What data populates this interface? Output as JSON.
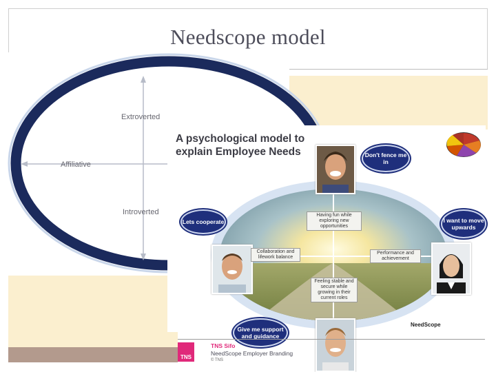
{
  "slide": {
    "title": "Needscope model"
  },
  "background_diagram": {
    "labels": {
      "extroverted": "Extroverted",
      "affiliative": "Affiliative",
      "introverted": "Introverted"
    }
  },
  "panel": {
    "title_line1": "A psychological model to",
    "title_line2": "explain Employee Needs",
    "bubbles": {
      "top": "Don't fence me in",
      "left": "Lets cooperate",
      "right": "I want to move upwards",
      "bottom": "Give me support and guidance"
    },
    "boxes": {
      "top": "Having fun while exploring new opportunities",
      "left": "Collaboration and lifework balance",
      "right": "Performance and achievement",
      "bottom": "Feeling stable and secure while growing in their current roles"
    },
    "brand": "NeedScope",
    "footer": {
      "logo_text": "TNS",
      "company": "TNS Sifo",
      "product": "NeedScope Employer Branding",
      "copyright": "© TNS"
    }
  },
  "colors": {
    "ellipse_navy": "#1b2a5c",
    "beige": "#fbefcf",
    "bar_brown": "#b39a8d",
    "bubble_navy": "#1f2f7c",
    "tns_magenta": "#e0297a"
  },
  "color_wheel": [
    "#c0392b",
    "#e67e22",
    "#f1c40f",
    "#8e44ad",
    "#d35400",
    "#a93226"
  ]
}
